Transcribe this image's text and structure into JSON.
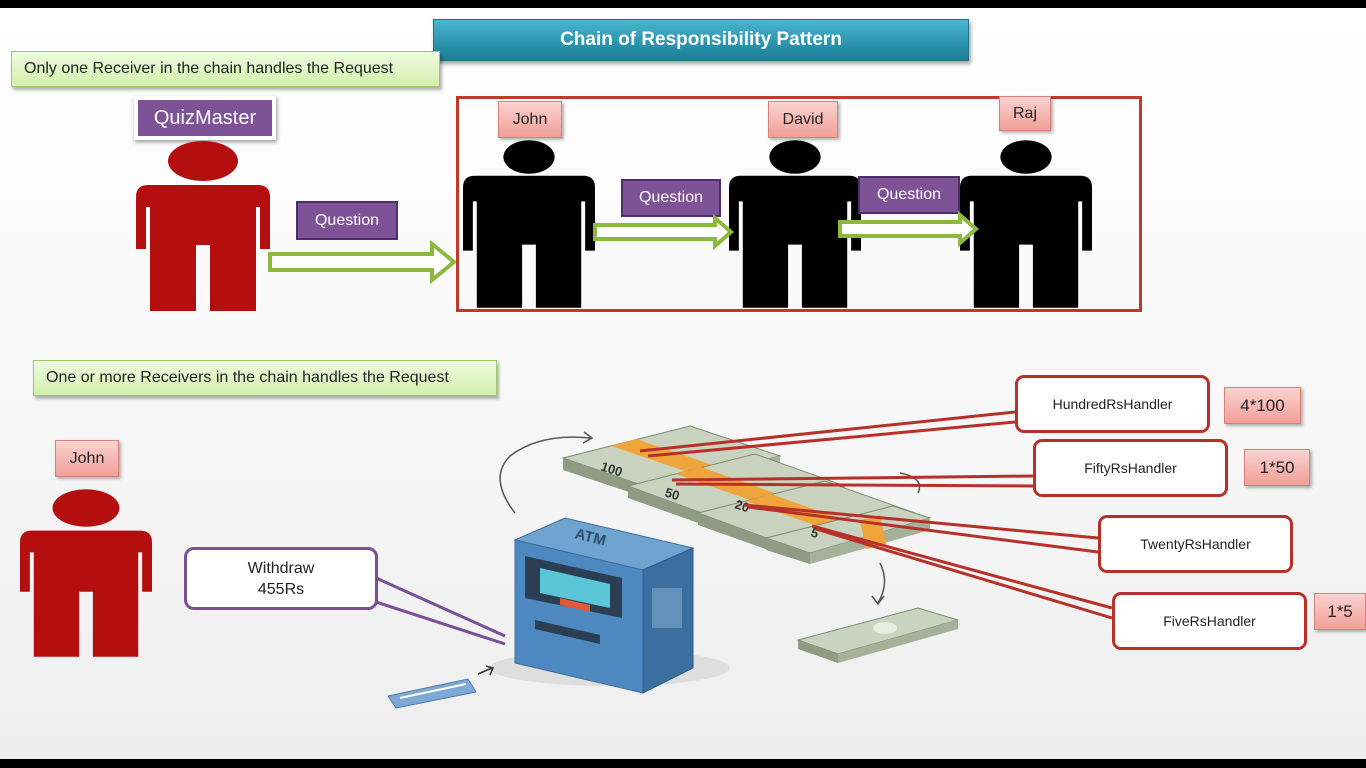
{
  "title": "Chain of Responsibility Pattern",
  "section1": {
    "note": "Only one Receiver in the chain handles the Request",
    "sender": "QuizMaster",
    "request": "Question",
    "receivers": [
      "John",
      "David",
      "Raj"
    ]
  },
  "section2": {
    "note": "One or more Receivers in the chain handles the Request",
    "sender": "John",
    "withdraw_line1": "Withdraw",
    "withdraw_line2": "455Rs",
    "atm_label": "ATM",
    "note_values": [
      "100",
      "50",
      "20",
      "5"
    ],
    "handlers": [
      {
        "name": "HundredRsHandler",
        "result": "4*100"
      },
      {
        "name": "FiftyRsHandler",
        "result": "1*50"
      },
      {
        "name": "TwentyRsHandler",
        "result": ""
      },
      {
        "name": "FiveRsHandler",
        "result": "1*5"
      }
    ]
  },
  "colors": {
    "sender_figure": "#b40e0e",
    "receiver_figure": "#000000",
    "arrow": "#8cb83e",
    "chain_border": "#c0392b",
    "request_tag": "#7e5296",
    "title_bar": "#2f9bb5"
  }
}
